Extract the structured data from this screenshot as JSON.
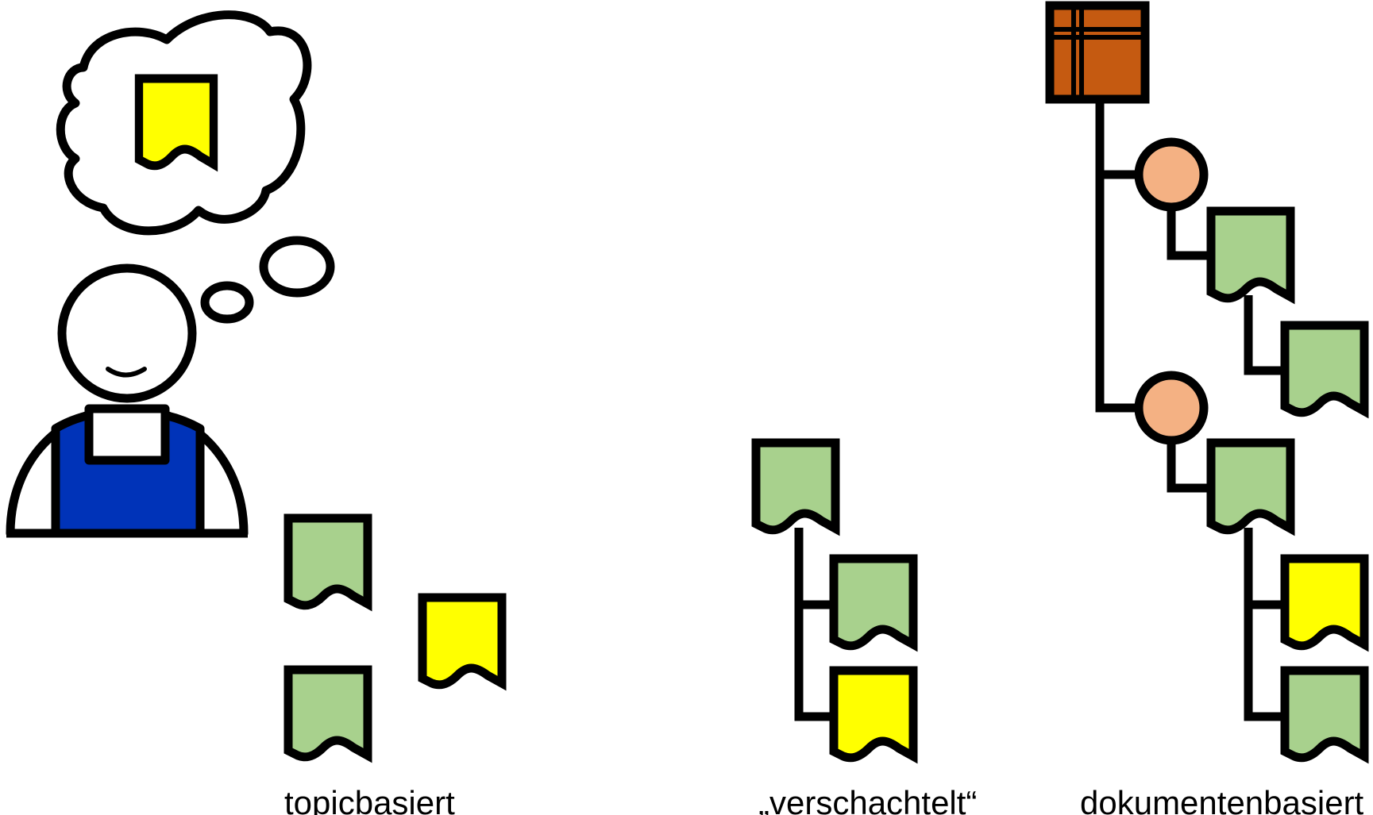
{
  "captions": {
    "topic_based": "topicbasiert",
    "nested": "„verschachtelt“",
    "document_based": "dokumentenbasiert"
  },
  "colors": {
    "stroke": "#000000",
    "topic_green": "#a8d18d",
    "topic_yellow": "#ffff00",
    "map_brown": "#c55a11",
    "chapter_orange": "#f4b183",
    "overall_blue": "#0033b8",
    "background": "#ffffff"
  },
  "icons": {
    "person": "person-icon",
    "thought_bubble": "thought-bubble-icon",
    "topic": "topic-document-icon",
    "map": "ditamap-icon",
    "chapter": "chapter-node-icon"
  }
}
